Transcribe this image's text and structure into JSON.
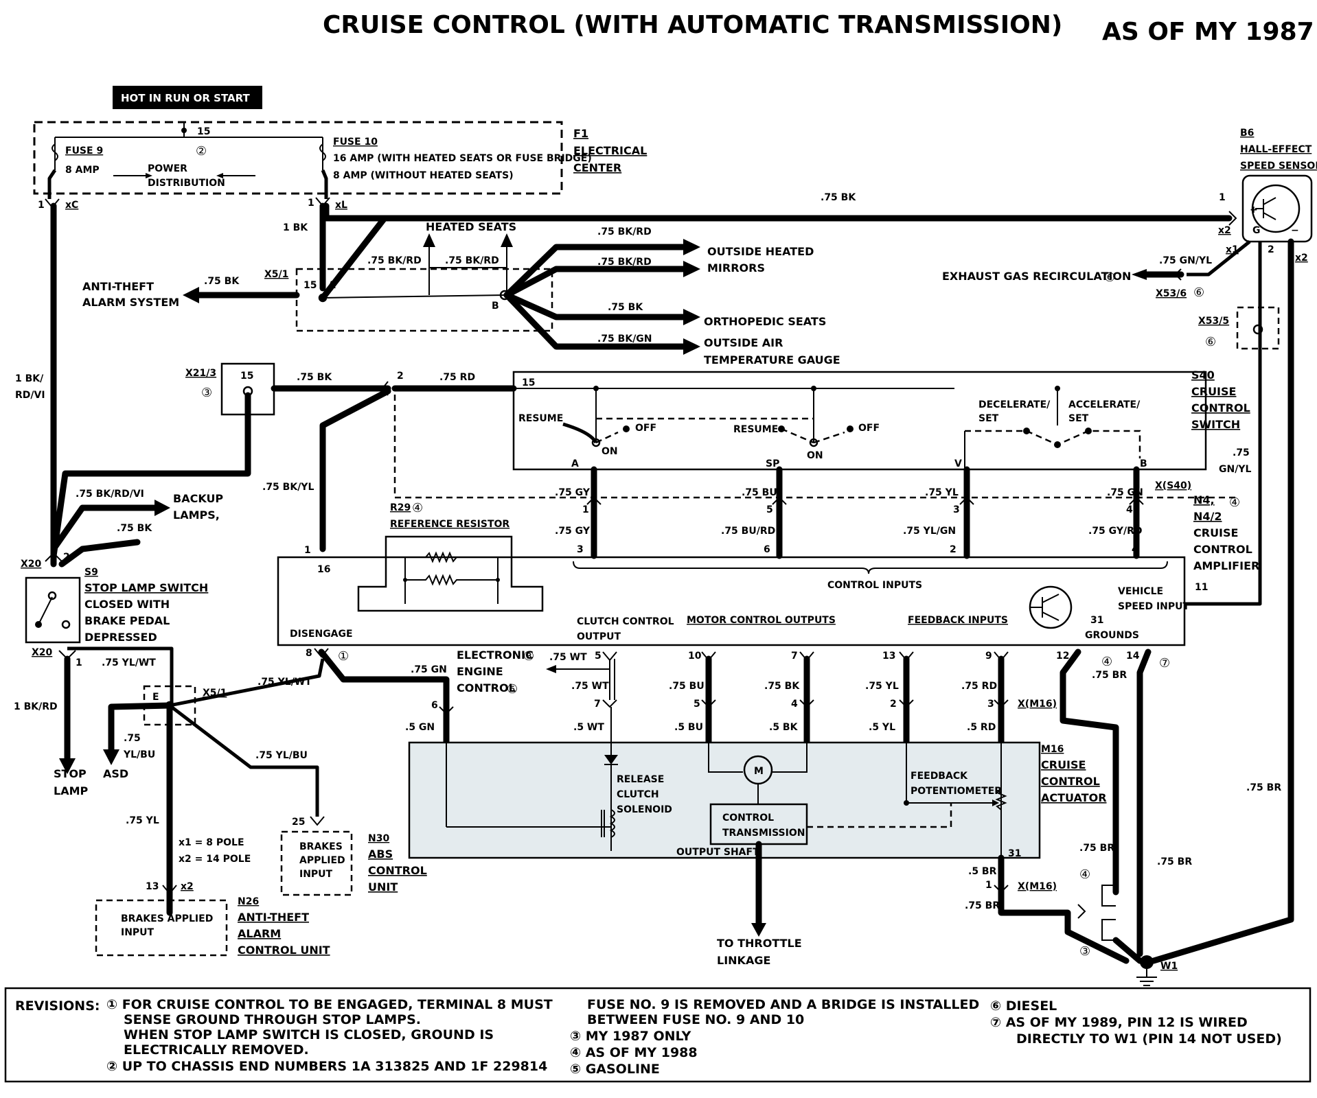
{
  "header": {
    "title": "CRUISE CONTROL (WITH AUTOMATIC TRANSMISSION)",
    "as_of": "AS OF MY 1987"
  },
  "hot_label": "HOT IN RUN OR START",
  "f1": {
    "fuse9": "FUSE 9",
    "fuse9_amp": "8 AMP",
    "power": "POWER",
    "distribution": "DISTRIBUTION",
    "fuse10": "FUSE 10",
    "fuse10_a": "16 AMP (WITH HEATED SEATS OR FUSE BRIDGE)",
    "fuse10_b": "8 AMP (WITHOUT HEATED SEATS)",
    "id": "F1",
    "name1": "ELECTRICAL",
    "name2": "CENTER",
    "pin15": "15",
    "note2": "②"
  },
  "b6": {
    "id": "B6",
    "l1": "HALL-EFFECT",
    "l2": "SPEED SENSOR"
  },
  "wires": {
    "top_bk": ".75 BK",
    "one_bk": "1 BK",
    "bk_rd_1": ".75 BK/RD",
    "bk_rd_2": ".75 BK/RD",
    "bk_rd_3": ".75 BK/RD",
    "bk_rd_4": ".75 BK/RD",
    "bk_anti": ".75 BK",
    "bk_ortho": ".75 BK",
    "bk_gn": ".75 BK/GN",
    "gn_yl": ".75 GN/YL",
    "gn_yl_side": ".75",
    "gn_yl_side2": "GN/YL",
    "left_main": "1 BK/",
    "left_main2": "RD/VI",
    "bk_x21": ".75 BK",
    "rd_15": ".75 RD",
    "bk_yl": ".75 BK/YL",
    "bk_rd_vi": ".75 BK/RD/VI",
    "bk_x20": ".75 BK",
    "gy": ".75 GY",
    "bu": ".75 BU",
    "yl": ".75 YL",
    "gn": ".75 GN",
    "gy2": ".75 GY",
    "bu_rd": ".75 BU/RD",
    "yl_gn": ".75 YL/GN",
    "gy_rd": ".75 GY/RD",
    "yl_wt": ".75 YL/WT",
    "yl_wt2": ".75 YL/WT",
    "bk_rd_stop": "1 BK/RD",
    "yl_bu_a": ".75",
    "yl_bu_b": "YL/BU",
    "yl_bu2": ".75 YL/BU",
    "yl_n26": ".75 YL",
    "gn_8": ".75 GN",
    "gn_5": ".5 GN",
    "wt_5": ".75 WT",
    "wt_7": ".75 WT",
    "wt_05": ".5 WT",
    "bu_10": ".75 BU",
    "bk_7": ".75 BK",
    "yl_13": ".75 YL",
    "rd_9": ".75 RD",
    "bu_05": ".5 BU",
    "bk_05": ".5 BK",
    "yl_05": ".5 YL",
    "rd_05": ".5 RD",
    "br_12": ".75 BR",
    "br_right": ".75 BR",
    "br_a": ".75 BR",
    "br_b": ".75 BR",
    "br_05": ".5 BR",
    "br_c": ".75 BR"
  },
  "labels": {
    "heated_seats": "HEATED SEATS",
    "outside_heated": "OUTSIDE HEATED",
    "mirrors": "MIRRORS",
    "ortho": "ORTHOPEDIC SEATS",
    "outside_air": "OUTSIDE AIR",
    "temp_gauge": "TEMPERATURE GAUGE",
    "anti_theft1": "ANTI-THEFT",
    "anti_theft2": "ALARM SYSTEM",
    "egr": "EXHAUST GAS RECIRCULATION",
    "backup1": "BACKUP",
    "backup2": "LAMPS,",
    "stop1": "STOP",
    "stop2": "LAMP",
    "asd": "ASD",
    "throttle1": "TO THROTTLE",
    "throttle2": "LINKAGE"
  },
  "connectors": {
    "x51": "X5/1",
    "x51b": "X5/1",
    "x536": "X53/6",
    "x535": "X53/5",
    "x213": "X21/3",
    "x20a": "X20",
    "x20b": "X20",
    "xs40": "X(S40)",
    "xm16a": "X(M16)",
    "xm16b": "X(M16)",
    "xc": "xC",
    "xl": "xL",
    "x1": "x1",
    "x2a": "x2",
    "x2b": "x2",
    "x2n26": "x2",
    "w1": "W1"
  },
  "s40": {
    "id": "S40",
    "l1": "CRUISE",
    "l2": "CONTROL",
    "l3": "SWITCH",
    "pin15": "15",
    "resume": "RESUME",
    "off1": "OFF",
    "on1": "ON",
    "resume2": "RESUME",
    "off2": "OFF",
    "on2": "ON",
    "decel": "DECELERATE/",
    "set1": "SET",
    "accel": "ACCELERATE/",
    "set2": "SET",
    "pa": "A",
    "psp": "SP",
    "pv": "V",
    "pb": "B"
  },
  "n4": {
    "id1": "N4,",
    "id2": "N4/2",
    "l1": "CRUISE",
    "l2": "CONTROL",
    "l3": "AMPLIFIER",
    "pin11": "11",
    "control_inputs": "CONTROL INPUTS",
    "vehicle1": "VEHICLE",
    "vehicle2": "SPEED INPUT",
    "grounds": "GROUNDS",
    "g31": "31",
    "disengage": "DISENGAGE",
    "clutch1": "CLUTCH CONTROL",
    "clutch2": "OUTPUT",
    "motor": "MOTOR CONTROL OUTPUTS",
    "feedback": "FEEDBACK INPUTS",
    "pin16": "16"
  },
  "r29": {
    "id": "R29",
    "name": "REFERENCE RESISTOR"
  },
  "s9": {
    "id": "S9",
    "l1": "STOP LAMP SWITCH",
    "l2": "CLOSED WITH",
    "l3": "BRAKE PEDAL",
    "l4": "DEPRESSED"
  },
  "ece": {
    "l1": "ELECTRONIC",
    "l2": "ENGINE",
    "l3": "CONTROL"
  },
  "m16": {
    "id": "M16",
    "l1": "CRUISE",
    "l2": "CONTROL",
    "l3": "ACTUATOR",
    "release1": "RELEASE",
    "release2": "CLUTCH",
    "release3": "SOLENOID",
    "ctrl1": "CONTROL",
    "ctrl2": "TRANSMISSION",
    "output_shaft": "OUTPUT SHAFT",
    "fb1": "FEEDBACK",
    "fb2": "POTENTIOMETER",
    "motor": "M",
    "pin31": "31"
  },
  "n30": {
    "id": "N30",
    "l1": "ABS",
    "l2": "CONTROL",
    "l3": "UNIT",
    "box1": "BRAKES",
    "box2": "APPLIED",
    "box3": "INPUT",
    "pin25": "25"
  },
  "n26": {
    "id": "N26",
    "l1": "ANTI-THEFT",
    "l2": "ALARM",
    "l3": "CONTROL UNIT",
    "box1": "BRAKES APPLIED",
    "box2": "INPUT",
    "pole1": "x1 = 8 POLE",
    "pole2": "x2 = 14 POLE",
    "pin13": "13"
  },
  "revisions": {
    "heading": "REVISIONS:",
    "r1a": "① FOR CRUISE CONTROL TO BE ENGAGED, TERMINAL 8 MUST",
    "r1b": "SENSE GROUND THROUGH STOP LAMPS.",
    "r1c": "WHEN STOP LAMP SWITCH IS CLOSED, GROUND IS",
    "r1d": "ELECTRICALLY REMOVED.",
    "r2": "② UP TO CHASSIS END NUMBERS 1A 313825 AND 1F 229814",
    "r2b": "FUSE NO. 9 IS REMOVED AND A BRIDGE IS INSTALLED",
    "r2c": "BETWEEN FUSE NO. 9 AND 10",
    "r3": "③ MY 1987 ONLY",
    "r4": "④ AS OF MY 1988",
    "r5": "⑤ GASOLINE",
    "r6": "⑥ DIESEL",
    "r7a": "⑦ AS OF MY 1989, PIN 12 IS WIRED",
    "r7b": "DIRECTLY TO W1 (PIN 14 NOT USED)"
  },
  "marks": {
    "c1": "①",
    "c2": "②",
    "c3": "③",
    "c4": "④",
    "c5": "⑤",
    "c6": "⑥",
    "c7": "⑦"
  },
  "pins": {
    "p1": "1",
    "p2": "2",
    "p3": "3",
    "p4": "4",
    "p5": "5",
    "p6": "6",
    "p7": "7",
    "p8": "8",
    "p9": "9",
    "p10": "10",
    "p12": "12",
    "p13": "13",
    "p14": "14",
    "p15": "15",
    "pA": "A",
    "pB": "B",
    "pG": "G",
    "pE": "E"
  }
}
